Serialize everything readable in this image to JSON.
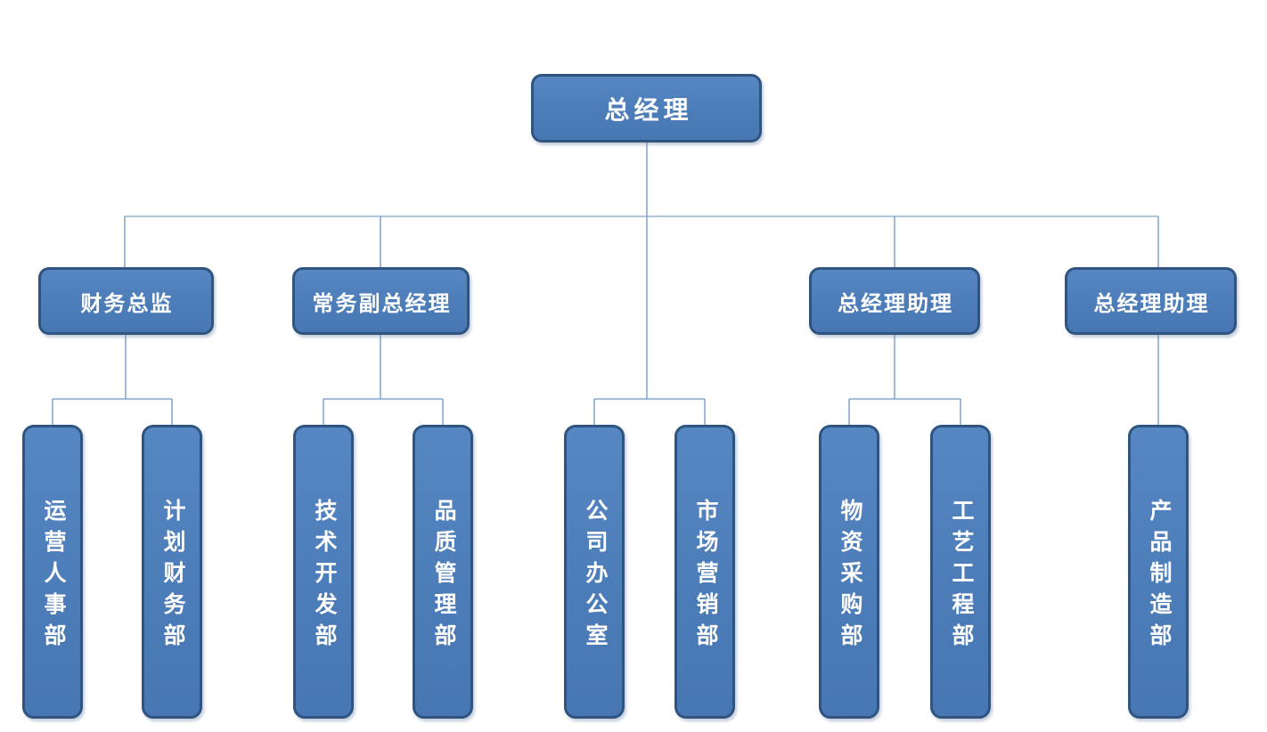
{
  "org": {
    "root_label": "总经理",
    "managers": [
      {
        "label": "财务总监",
        "departments": [
          "运营人事部",
          "计划财务部"
        ]
      },
      {
        "label": "常务副总经理",
        "departments": [
          "技术开发部",
          "品质管理部"
        ]
      },
      {
        "label": "总经理助理",
        "departments": [
          "物资采购部",
          "工艺工程部"
        ]
      },
      {
        "label": "总经理助理",
        "departments": [
          "产品制造部"
        ]
      }
    ],
    "root_departments": [
      "公司办公室",
      "市场营销部"
    ],
    "colors": {
      "node_fill": "#4F81BD",
      "node_border": "#2F5480",
      "connector_line": "#6C96C6",
      "node_text": "#FFFFFF",
      "background": "#FFFFFF"
    }
  }
}
